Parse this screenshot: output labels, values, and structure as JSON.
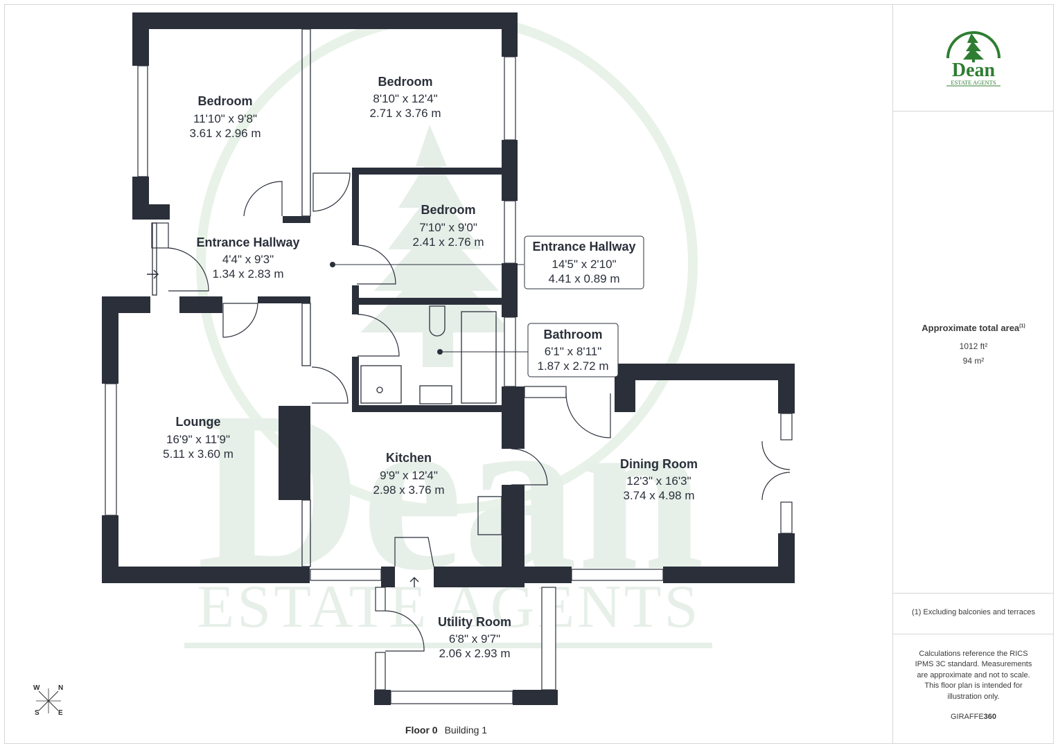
{
  "rooms": [
    {
      "id": "bedroom-1",
      "name": "Bedroom",
      "imperial": "11'10\" x 9'8\"",
      "metric": "3.61 x 2.96 m"
    },
    {
      "id": "bedroom-2",
      "name": "Bedroom",
      "imperial": "8'10\" x 12'4\"",
      "metric": "2.71 x 3.76 m"
    },
    {
      "id": "bedroom-3",
      "name": "Bedroom",
      "imperial": "7'10\" x 9'0\"",
      "metric": "2.41 x 2.76 m"
    },
    {
      "id": "entrance-hallway-1",
      "name": "Entrance Hallway",
      "imperial": "4'4\" x 9'3\"",
      "metric": "1.34 x 2.83 m"
    },
    {
      "id": "entrance-hallway-2",
      "name": "Entrance Hallway",
      "imperial": "14'5\" x 2'10\"",
      "metric": "4.41 x 0.89 m"
    },
    {
      "id": "bathroom",
      "name": "Bathroom",
      "imperial": "6'1\" x 8'11\"",
      "metric": "1.87 x 2.72 m"
    },
    {
      "id": "lounge",
      "name": "Lounge",
      "imperial": "16'9\" x 11'9\"",
      "metric": "5.11 x 3.60 m"
    },
    {
      "id": "kitchen",
      "name": "Kitchen",
      "imperial": "9'9\" x 12'4\"",
      "metric": "2.98 x 3.76 m"
    },
    {
      "id": "dining-room",
      "name": "Dining Room",
      "imperial": "12'3\" x 16'3\"",
      "metric": "3.74 x 4.98 m"
    },
    {
      "id": "utility-room",
      "name": "Utility Room",
      "imperial": "6'8\" x 9'7\"",
      "metric": "2.06 x 2.93 m"
    }
  ],
  "footer": {
    "floor": "Floor 0",
    "building": "Building 1"
  },
  "sidebar": {
    "logo_name": "Dean",
    "logo_sub": "ESTATE AGENTS",
    "area_title": "Approximate total area",
    "area_sup": "(1)",
    "area_ft": "1012 ft²",
    "area_m": "94 m²",
    "exclusion_note": "(1) Excluding balconies and terraces",
    "calc_note": "Calculations reference the RICS IPMS 3C standard. Measurements are approximate and not to scale. This floor plan is intended for illustration only.",
    "brand_a": "GIRAFFE",
    "brand_b": "360"
  },
  "watermark": {
    "name": "Dean",
    "sub": "ESTATE AGENTS"
  },
  "compass": {
    "w": "W",
    "n": "N",
    "s": "S",
    "e": "E"
  },
  "colors": {
    "wall": "#2a2f3a",
    "logo_green": "#2e7d32",
    "watermark_green": "#e4efe4"
  }
}
